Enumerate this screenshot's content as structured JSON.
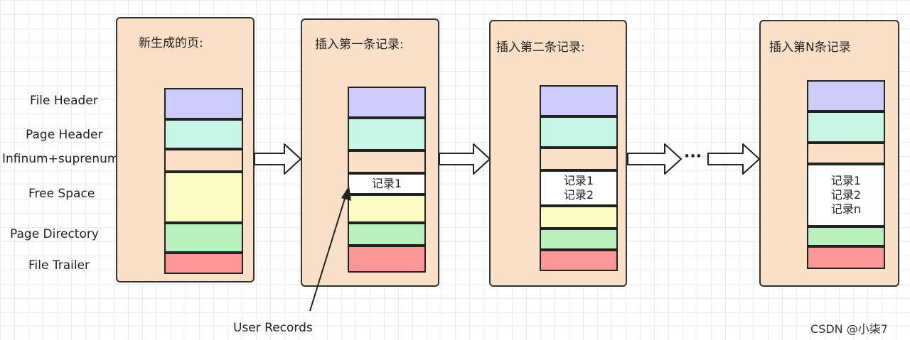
{
  "labels": {
    "file_header": "File Header",
    "page_header": "Page Header",
    "infimum": "Infinum+suprenum",
    "free_space": "Free Space",
    "page_directory": "Page Directory",
    "file_trailer": "File Trailer",
    "user_records": "User Records"
  },
  "panels": [
    {
      "title": "新生成的页:"
    },
    {
      "title": "插入第一条记录:",
      "records": [
        "记录1"
      ]
    },
    {
      "title": "插入第二条记录:",
      "records": [
        "记录1",
        "记录2"
      ]
    },
    {
      "title": "插入第N条记录",
      "records": [
        "记录1",
        "记录2",
        "记录n"
      ]
    }
  ],
  "ellipsis": "···",
  "watermark": "CSDN @小柒7",
  "colors": {
    "panel": "#fbe0c8",
    "file_header": "#cccbf9",
    "page_header": "#c9f5e4",
    "infimum": "#fbe0c8",
    "free_space": "#fbfbc4",
    "page_directory": "#b8f0be",
    "file_trailer": "#f99797",
    "record": "#ffffff"
  }
}
